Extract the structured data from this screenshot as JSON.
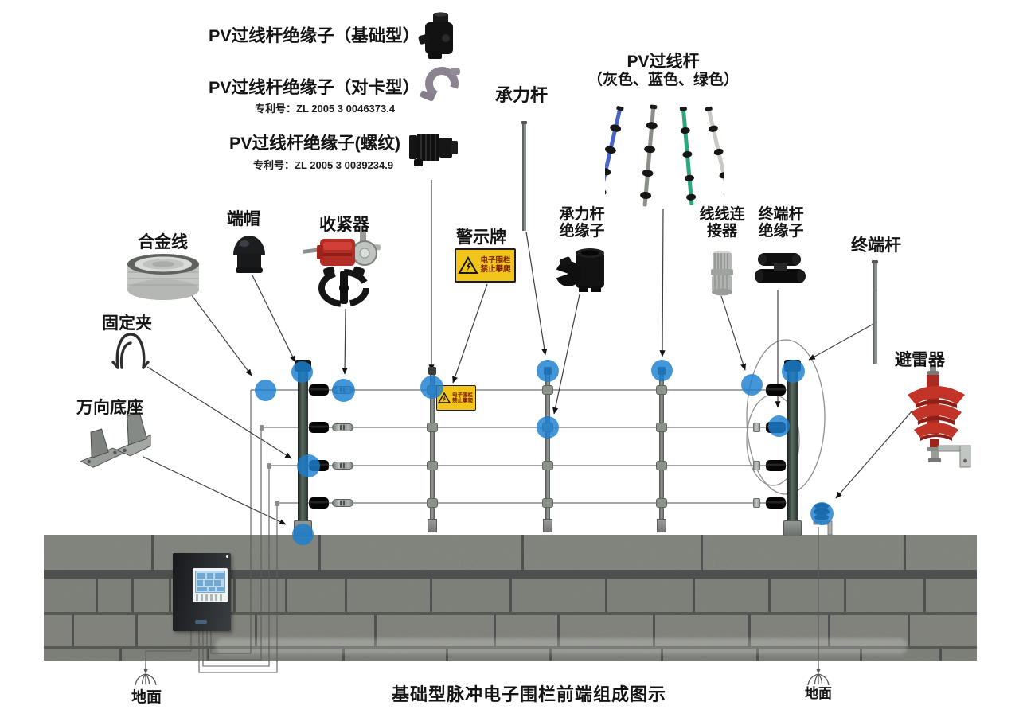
{
  "caption": "基础型脉冲电子围栏前端组成图示",
  "legend": {
    "pv_insulator_base": {
      "label": "PV过线杆绝缘子（基础型）"
    },
    "pv_insulator_clip": {
      "label": "PV过线杆绝缘子（对卡型）",
      "patent": "专利号：ZL 2005 3 0046373.4"
    },
    "pv_insulator_thread": {
      "label": "PV过线杆绝缘子(螺纹)",
      "patent": "专利号：ZL 2005 3 0039234.9"
    },
    "load_pole": {
      "label": "承力杆"
    },
    "pv_pole": {
      "label": "PV过线杆",
      "sub": "（灰色、蓝色、绿色）"
    },
    "alloy_wire": {
      "label": "合金线"
    },
    "end_cap": {
      "label": "端帽"
    },
    "tensioner": {
      "label": "收紧器"
    },
    "warning_board": {
      "label": "警示牌"
    },
    "load_pole_insulator": {
      "line1": "承力杆",
      "line2": "绝缘子"
    },
    "wire_connector": {
      "line1": "线线连",
      "line2": "接器"
    },
    "terminal_insulator": {
      "line1": "终端杆",
      "line2": "绝缘子"
    },
    "terminal_pole": {
      "label": "终端杆"
    },
    "fixing_clip": {
      "label": "固定夹"
    },
    "universal_base": {
      "label": "万向底座"
    },
    "arrester": {
      "label": "避雷器"
    }
  },
  "warning_sign": {
    "line1": "电子围栏",
    "line2": "禁止攀爬"
  },
  "ground": {
    "left": "地面",
    "right": "地面"
  },
  "colors": {
    "highlight_blue": "#1b7fd0",
    "sign_yellow": "#f2c51a",
    "arrester_red": "#c23428",
    "pv_pole_blue": "#4a66c4",
    "pv_pole_gray": "#8a8f88",
    "pv_pole_green": "#2fa67e",
    "pv_pole_white": "#c6cac4"
  }
}
